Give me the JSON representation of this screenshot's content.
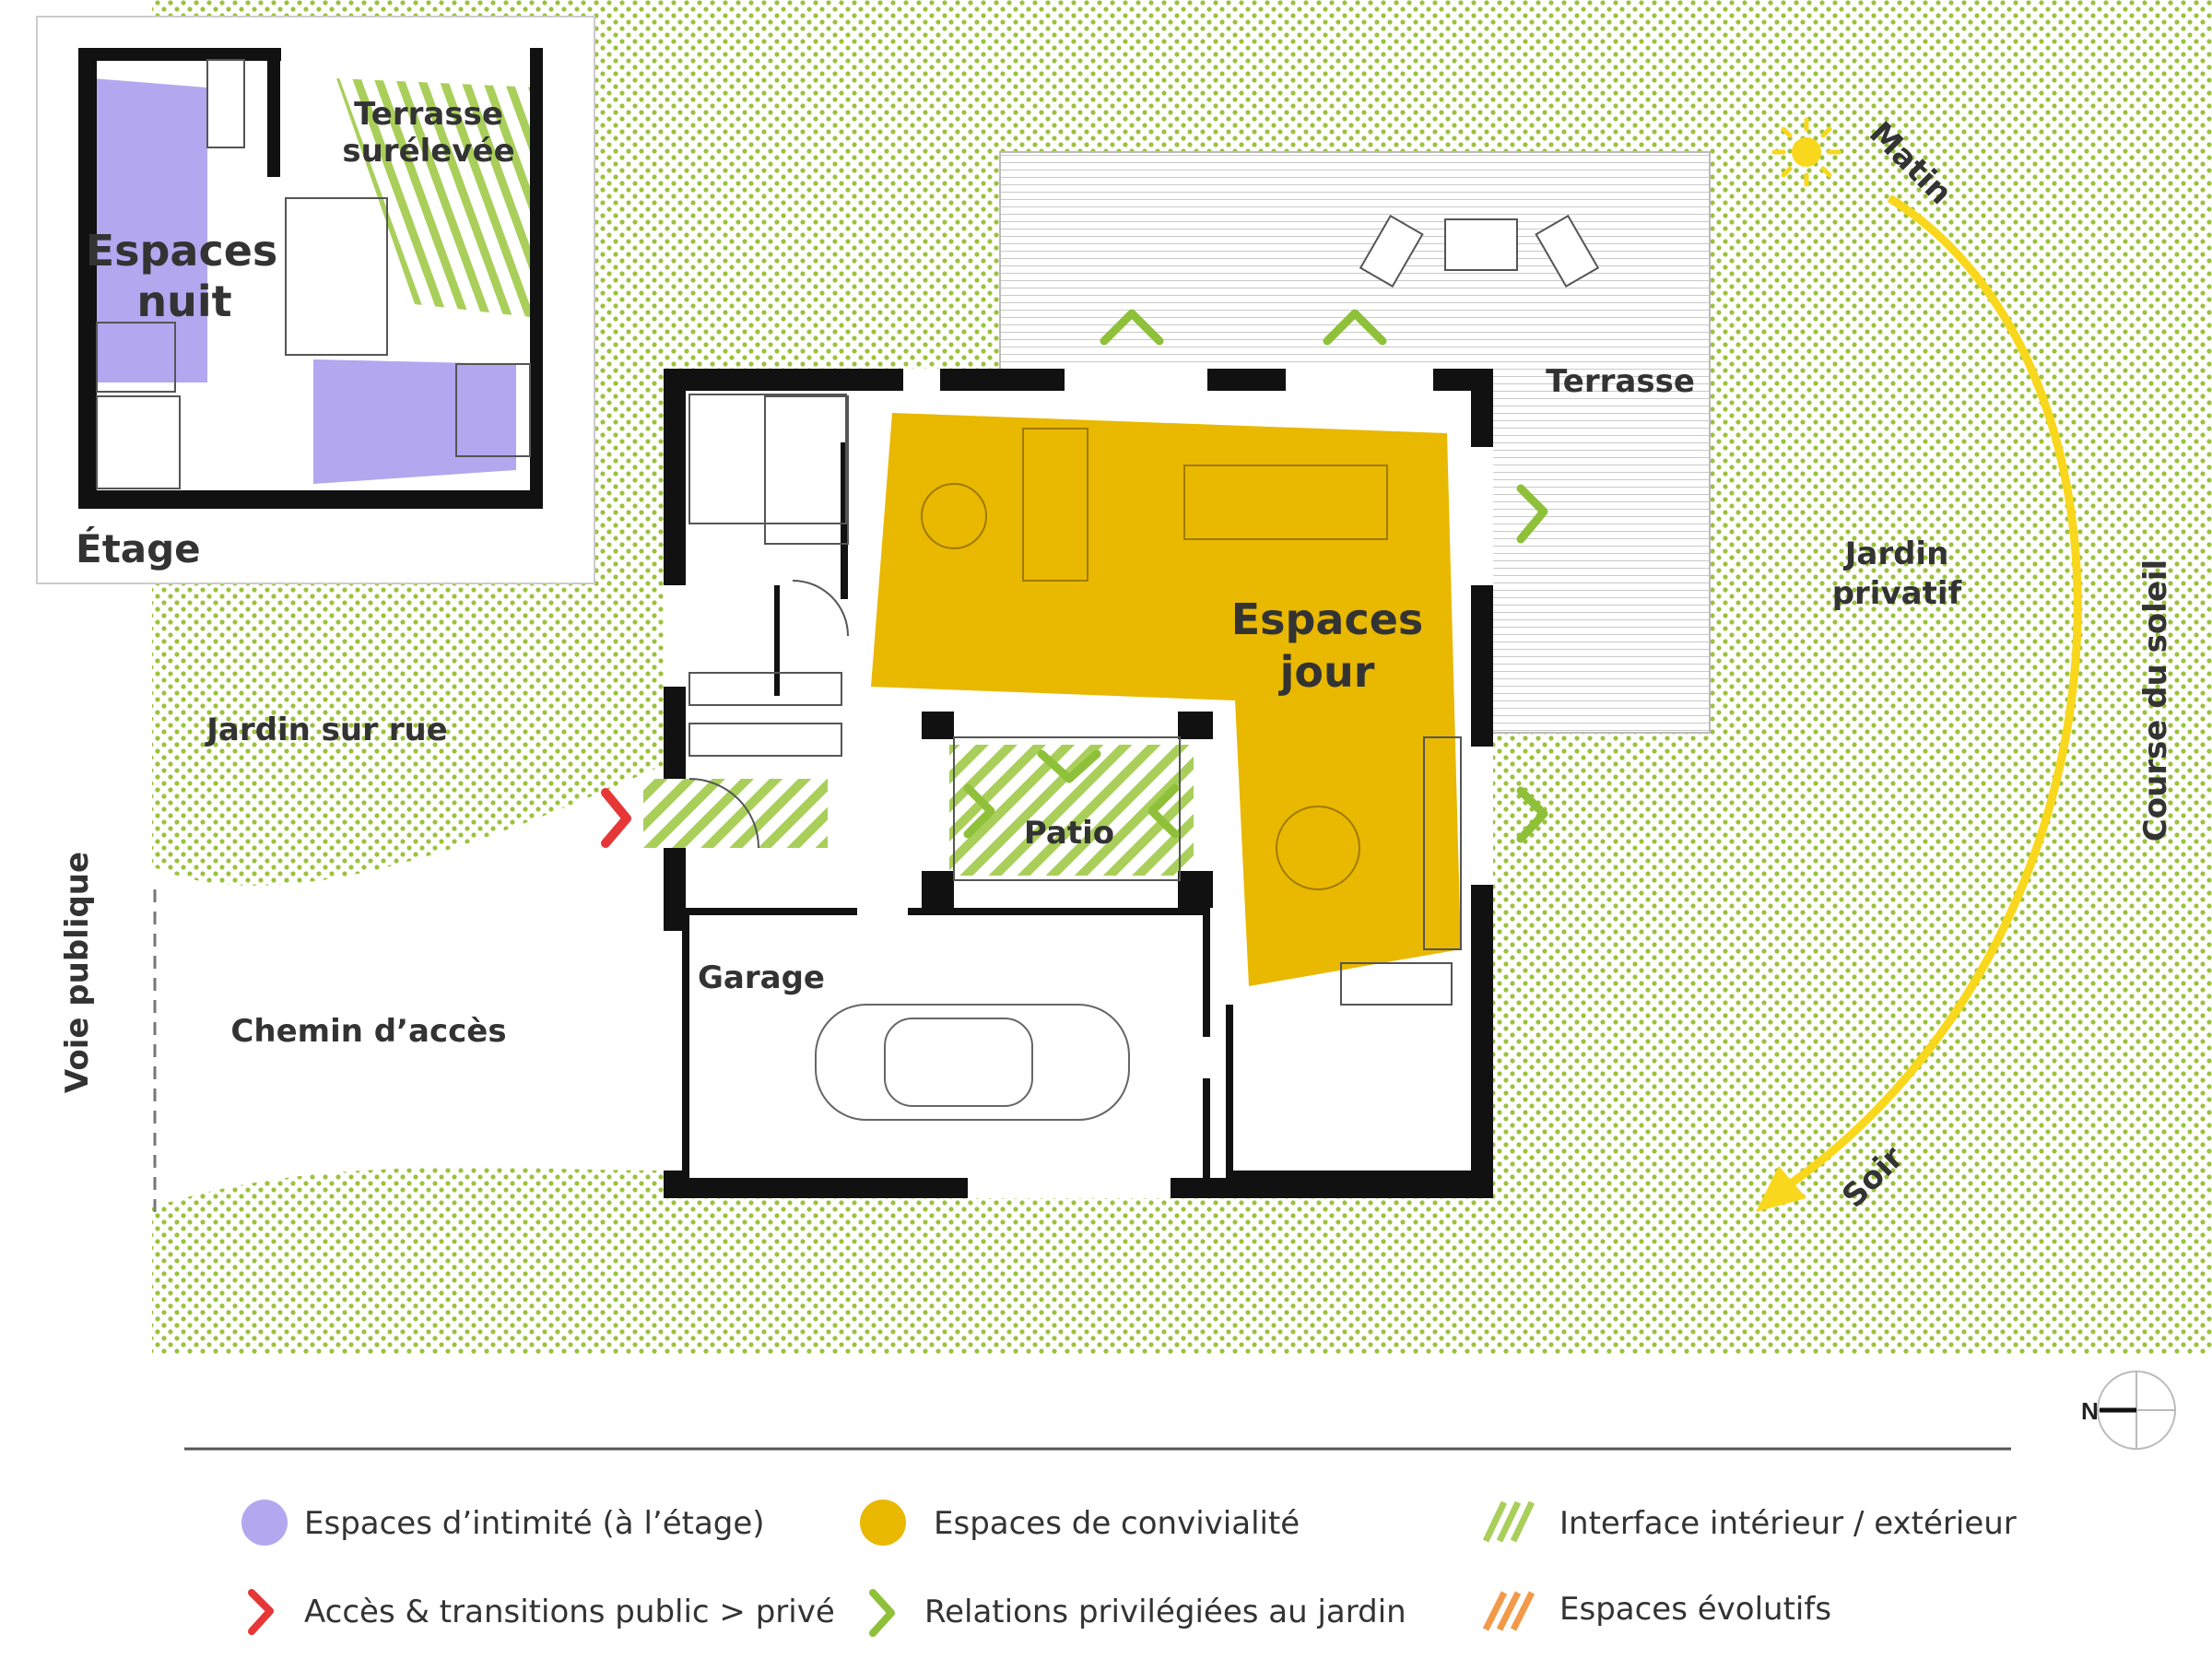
{
  "colors": {
    "garden": "#9bc23c",
    "intimacy": "#b3a7f0",
    "conviviality": "#e9b800",
    "access_arrow": "#e63636",
    "garden_arrow": "#8fc03a",
    "evolutive": "#f39a4a",
    "sun": "#f9d71c",
    "wall": "#111111"
  },
  "labels": {
    "terrasse_suret_1": "Terrasse",
    "terrasse_suret_2": "surélevée",
    "espaces_nuit_1": "Espaces",
    "espaces_nuit_2": "nuit",
    "etage": "Étage",
    "terrasse": "Terrasse",
    "matin": "Matin",
    "soir": "Soir",
    "jardin_privatif_1": "Jardin",
    "jardin_privatif_2": "privatif",
    "course_du_soleil": "Course du soleil",
    "espaces_jour_1": "Espaces",
    "espaces_jour_2": "jour",
    "jardin_sur_rue": "Jardin sur rue",
    "patio": "Patio",
    "garage": "Garage",
    "chemin_acces": "Chemin d’accès",
    "voie_publique": "Voie publique",
    "north": "N"
  },
  "legend": [
    {
      "label": "Espaces d’intimité (à l’étage)",
      "icon": "purple-dot-icon"
    },
    {
      "label": "Espaces de convivialité",
      "icon": "yellow-dot-icon"
    },
    {
      "label": "Interface intérieur / extérieur",
      "icon": "green-hatch-icon"
    },
    {
      "label": "Accès & transitions public > privé",
      "icon": "red-chevron-icon"
    },
    {
      "label": "Relations privilégiées au jardin",
      "icon": "green-chevron-icon"
    },
    {
      "label": "Espaces évolutifs",
      "icon": "orange-hatch-icon"
    }
  ]
}
